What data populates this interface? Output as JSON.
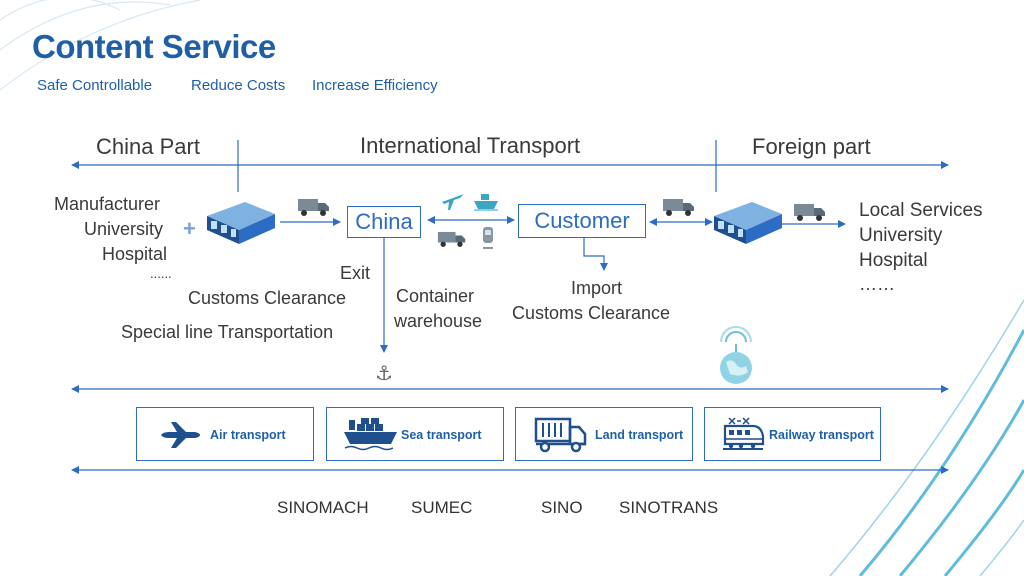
{
  "title": "Content Service",
  "taglines": [
    "Safe Controllable",
    "Reduce Costs",
    "Increase Efficiency"
  ],
  "sections": {
    "china_part": "China Part",
    "international": "International Transport",
    "foreign_part": "Foreign part"
  },
  "left_list": [
    "Manufacturer",
    "University",
    "Hospital",
    "......"
  ],
  "right_list": [
    "Local Services",
    "University",
    "Hospital",
    "……"
  ],
  "nodes": {
    "china": "China",
    "customer": "Customer"
  },
  "labels": {
    "exit": "Exit",
    "customs_clearance": "Customs Clearance",
    "special_line": "Special line Transportation",
    "container": "Container",
    "warehouse": "warehouse",
    "import": "Import",
    "import_customs": "Customs Clearance"
  },
  "modes": [
    "Air transport",
    "Sea transport",
    "Land transport",
    "Railway transport"
  ],
  "companies": [
    "SINOMACH",
    "SUMEC",
    "SINO",
    "SINOTRANS"
  ],
  "colors": {
    "accent": "#1f5fa6",
    "line": "#2c6cc4",
    "teal": "#4fb3c8",
    "text": "#3a3a3a"
  }
}
